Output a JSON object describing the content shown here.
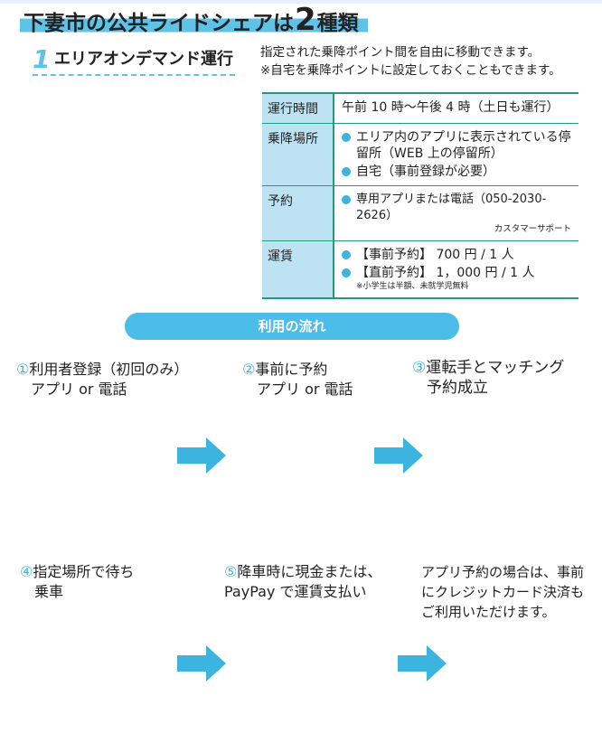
{
  "headline": {
    "prefix": "下妻市の公共ライドシェアは",
    "number": "2",
    "suffix": "種類"
  },
  "section": {
    "number": "1",
    "title": "エリアオンデマンド運行"
  },
  "intro": {
    "line1": "指定された乗降ポイント間を自由に移動できます。",
    "line2": "※自宅を乗降ポイントに設定しておくこともできます。"
  },
  "table": {
    "hours": {
      "label": "運行時間",
      "value": "午前 10 時～午後 4 時（土日も運行）"
    },
    "stops": {
      "label": "乗降場所",
      "item1": "エリア内のアプリに表示されている停留所（WEB 上の停留所）",
      "item2": "自宅（事前登録が必要）"
    },
    "booking": {
      "label": "予約",
      "item1": "専用アプリまたは電話（050-2030-2626）",
      "sub": "カスタマーサポート"
    },
    "fare": {
      "label": "運賃",
      "item1": "【事前予約】 700 円 / 1 人",
      "item2": "【直前予約】 1，000 円 / 1 人",
      "note": "※小学生は半額、未就学児無料"
    }
  },
  "flow": {
    "title": "利用の流れ",
    "steps": [
      {
        "num": "①",
        "line1": "利用者登録（初回のみ）",
        "line2": "アプリ or 電話"
      },
      {
        "num": "②",
        "line1": "事前に予約",
        "line2": "アプリ or 電話"
      },
      {
        "num": "③",
        "line1": "運転手とマッチング",
        "line2": "予約成立"
      },
      {
        "num": "④",
        "line1": "指定場所で待ち",
        "line2": "乗車"
      },
      {
        "num": "⑤",
        "line1": "降車時に現金または、",
        "line2": "PayPay で運賃支払い"
      }
    ],
    "note": {
      "line1": "アプリ予約の場合は、事前",
      "line2": "にクレジットカード決済も",
      "line3": "ご利用いただけます。"
    }
  },
  "colors": {
    "accent": "#4cbde8",
    "table_border": "#1f9d7a",
    "label_bg": "#bde3f3",
    "arrow": "#3bb5e0"
  }
}
